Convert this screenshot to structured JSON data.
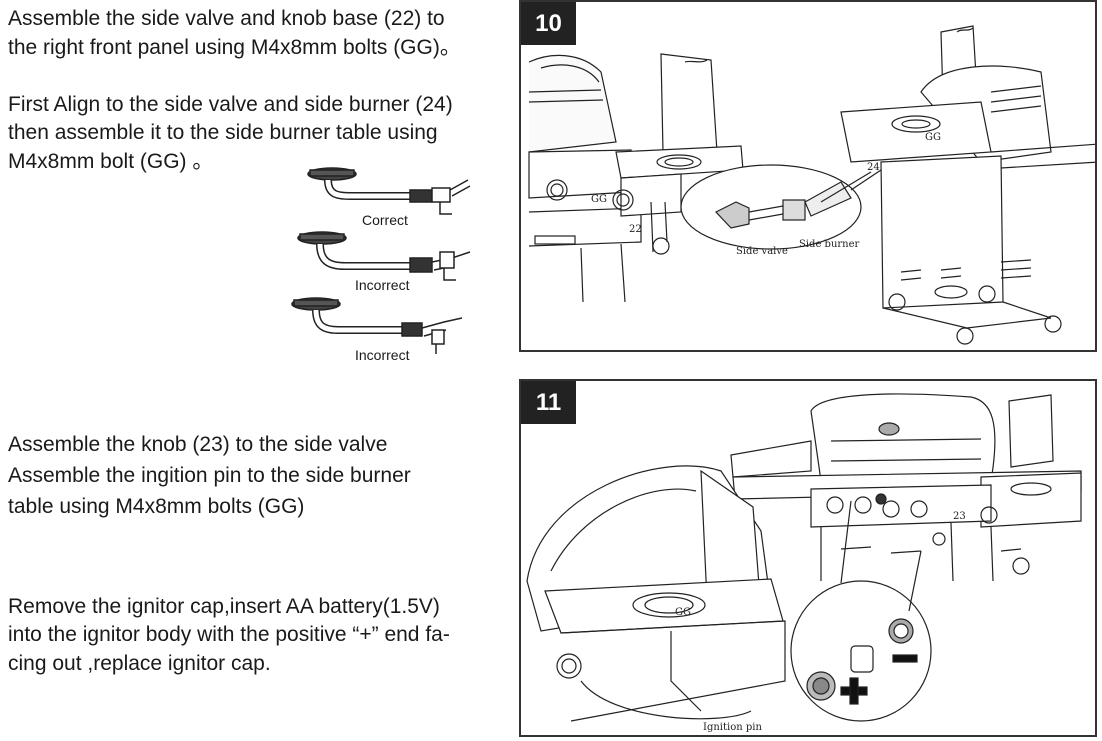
{
  "left": {
    "step10_text": [
      "Assemble the side valve and knob base (22) to",
      "the right front panel using M4x8mm bolts (GG)。",
      "",
      "First Align to the side valve and side burner (24)",
      "then assemble it to the side burner table using",
      "M4x8mm bolt (GG) 。"
    ],
    "burner_labels": [
      "Correct",
      "Incorrect",
      "Incorrect"
    ],
    "step11_text": [
      "Assemble  the knob (23) to the side valve",
      "Assemble the ingition pin to the side burner",
      " table using M4x8mm bolts (GG)"
    ],
    "battery_text": [
      "Remove the ignitor cap,insert AA battery(1.5V)",
      "into the ignitor body with the positive “+” end fa-",
      "cing out ,replace ignitor cap."
    ]
  },
  "step10": {
    "number": "10",
    "labels": {
      "gg_left": "GG",
      "part_22": "22",
      "side_valve": "Side valve",
      "side_burner": "Side burner",
      "part_24": "24",
      "gg_right": "GG"
    }
  },
  "step11": {
    "number": "11",
    "labels": {
      "gg": "GG",
      "part_23": "23",
      "ignition_pin": "Ignition pin"
    }
  }
}
